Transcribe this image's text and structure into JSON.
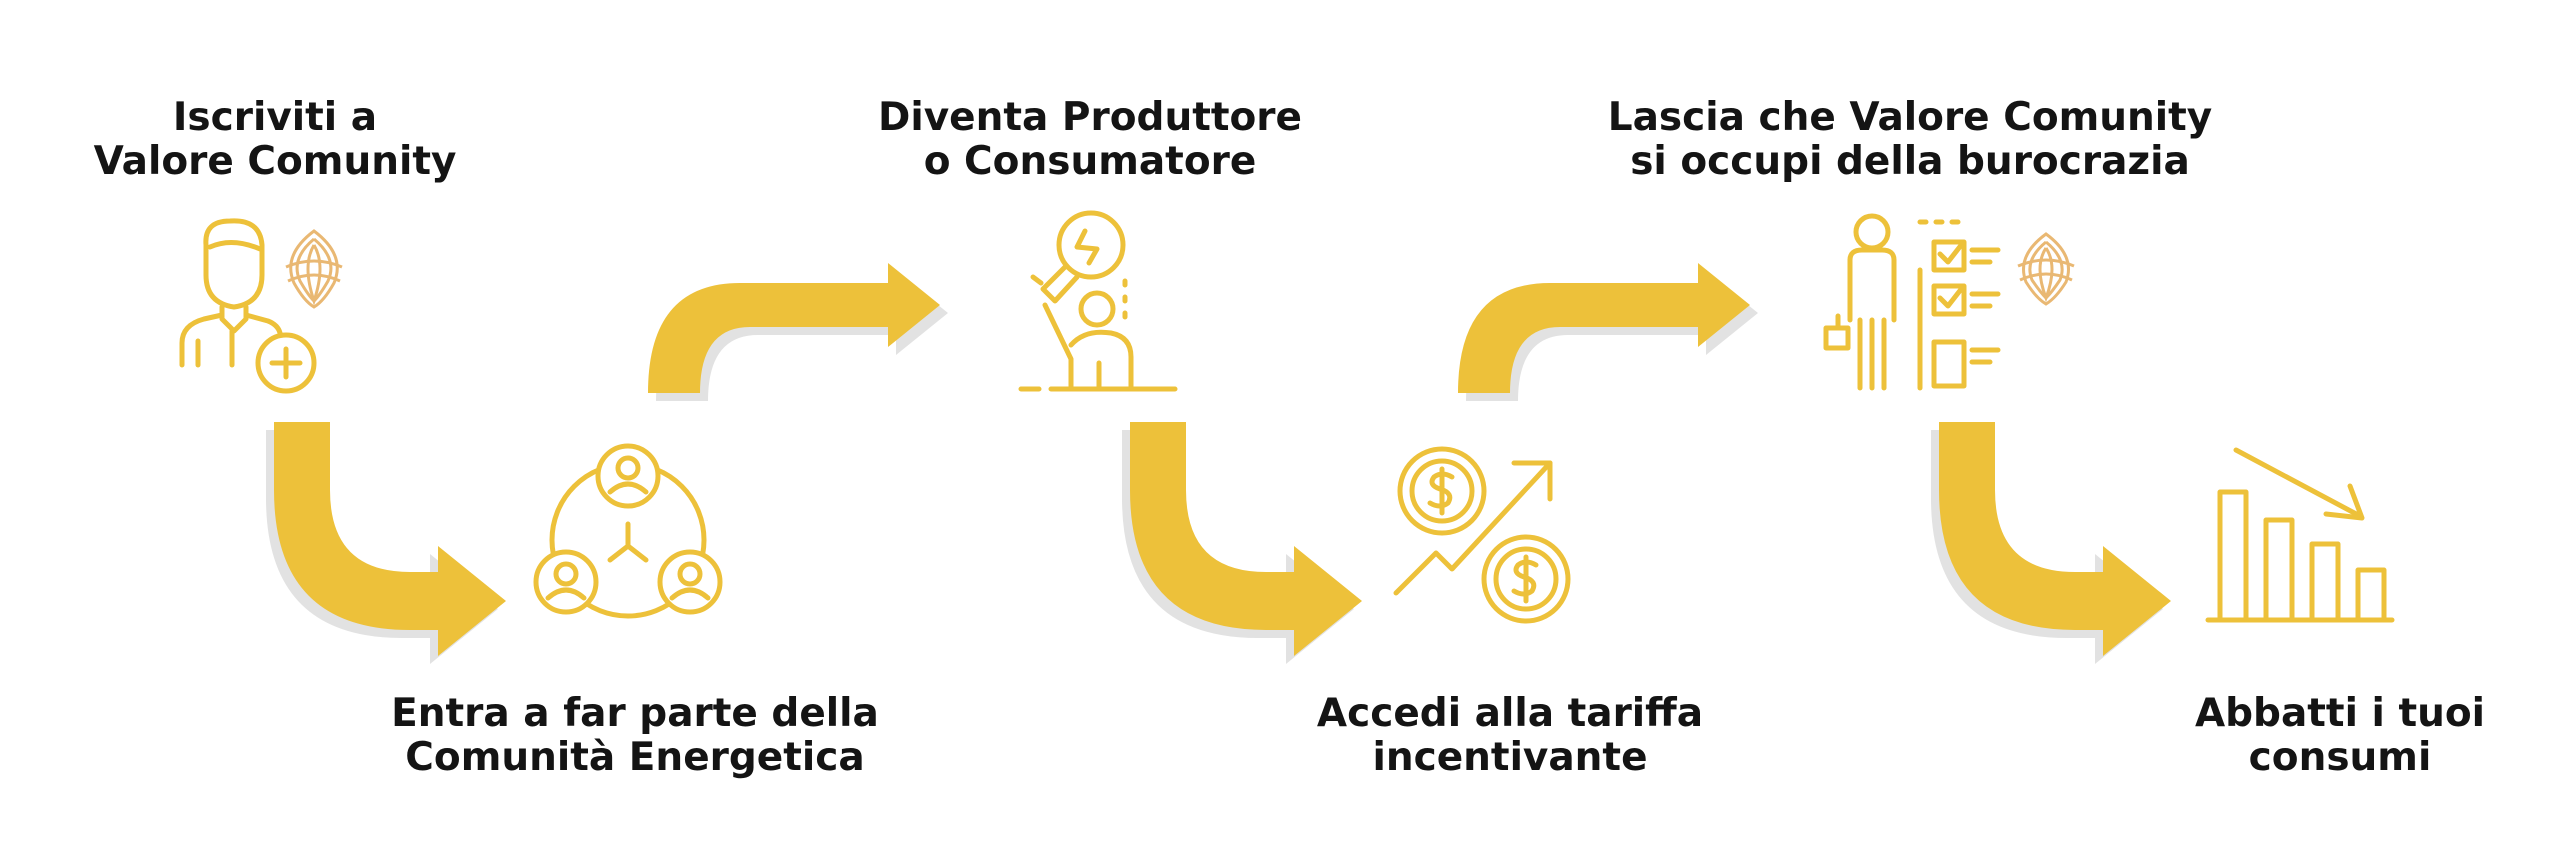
{
  "colors": {
    "accent": "#EDC13A",
    "shadow": "#E2E2E2",
    "text": "#141414",
    "brand_leaf": "#E9B873"
  },
  "steps": [
    {
      "line1": "Iscriviti a",
      "line2": "Valore Comunity",
      "icon": "user-add-icon"
    },
    {
      "line1": "Entra a far parte della",
      "line2": "Comunità Energetica",
      "icon": "community-network-icon"
    },
    {
      "line1": "Diventa Produttore",
      "line2": "o Consumatore",
      "icon": "person-lightbulb-icon"
    },
    {
      "line1": "Accedi alla tariffa",
      "line2": "incentivante",
      "icon": "money-growth-icon"
    },
    {
      "line1": "Lascia che Valore Comunity",
      "line2": "si occupi della burocrazia",
      "icon": "person-checklist-icon"
    },
    {
      "line1": "Abbatti i tuoi",
      "line2": "consumi",
      "icon": "decreasing-bars-icon"
    }
  ]
}
